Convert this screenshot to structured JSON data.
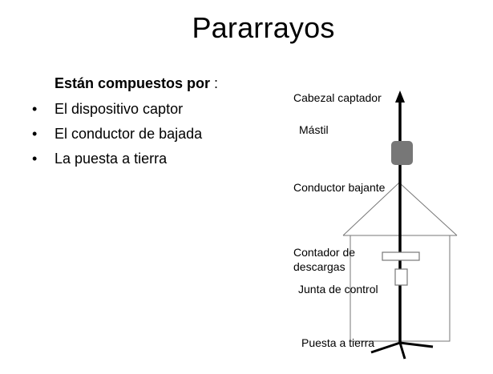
{
  "title": "Pararrayos",
  "intro": {
    "bold": "Están compuestos por",
    "rest": " :"
  },
  "bullets": [
    "El dispositivo captor",
    "El conductor de bajada",
    "La puesta a tierra"
  ],
  "bullet_symbol": "•",
  "diagram_labels": {
    "cabezal": "Cabezal captador",
    "mastil": "Mástil",
    "conductor": "Conductor bajante",
    "contador_1": "Contador de",
    "contador_2": "descargas",
    "junta": "Junta de control",
    "puesta": "Puesta a tierra"
  },
  "colors": {
    "mast": "#000000",
    "head": "#777777",
    "house": "#777777"
  }
}
